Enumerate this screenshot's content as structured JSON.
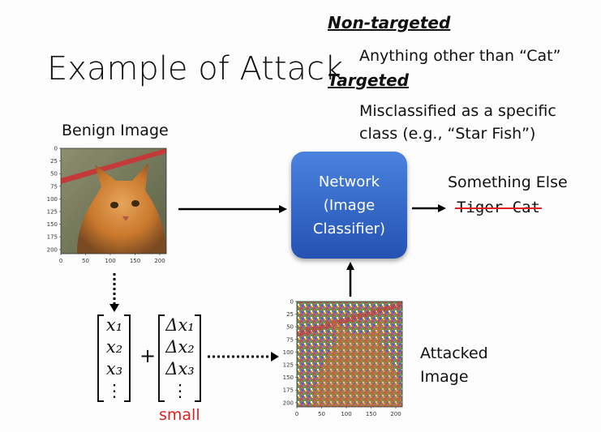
{
  "title": "Example of Attack",
  "non_targeted": {
    "heading": "Non-targeted",
    "text": "Anything other than “Cat”"
  },
  "targeted": {
    "heading": "Targeted",
    "text_line1": "Misclassified as a specific",
    "text_line2": "class (e.g., “Star Fish”)"
  },
  "benign_label": "Benign Image",
  "network": {
    "line1": "Network",
    "line2": "(Image",
    "line3": "Classifier)"
  },
  "output": {
    "new_label": "Something Else",
    "old_label": "Tiger Cat"
  },
  "attacked_label": {
    "line1": "Attacked",
    "line2": "Image"
  },
  "vector_x": [
    "x₁",
    "x₂",
    "x₃",
    "⋮"
  ],
  "vector_dx": [
    "Δx₁",
    "Δx₂",
    "Δx₃",
    "⋮"
  ],
  "plus": "+",
  "small": "small",
  "axis_ticks": {
    "y": [
      "0",
      "25",
      "50",
      "75",
      "100",
      "125",
      "150",
      "175",
      "200"
    ],
    "x": [
      "0",
      "50",
      "100",
      "150",
      "200"
    ]
  },
  "colors": {
    "network_top": "#4a83de",
    "network_bottom": "#2452b3",
    "red": "#e02020",
    "cat_orange": "#c9782c"
  }
}
